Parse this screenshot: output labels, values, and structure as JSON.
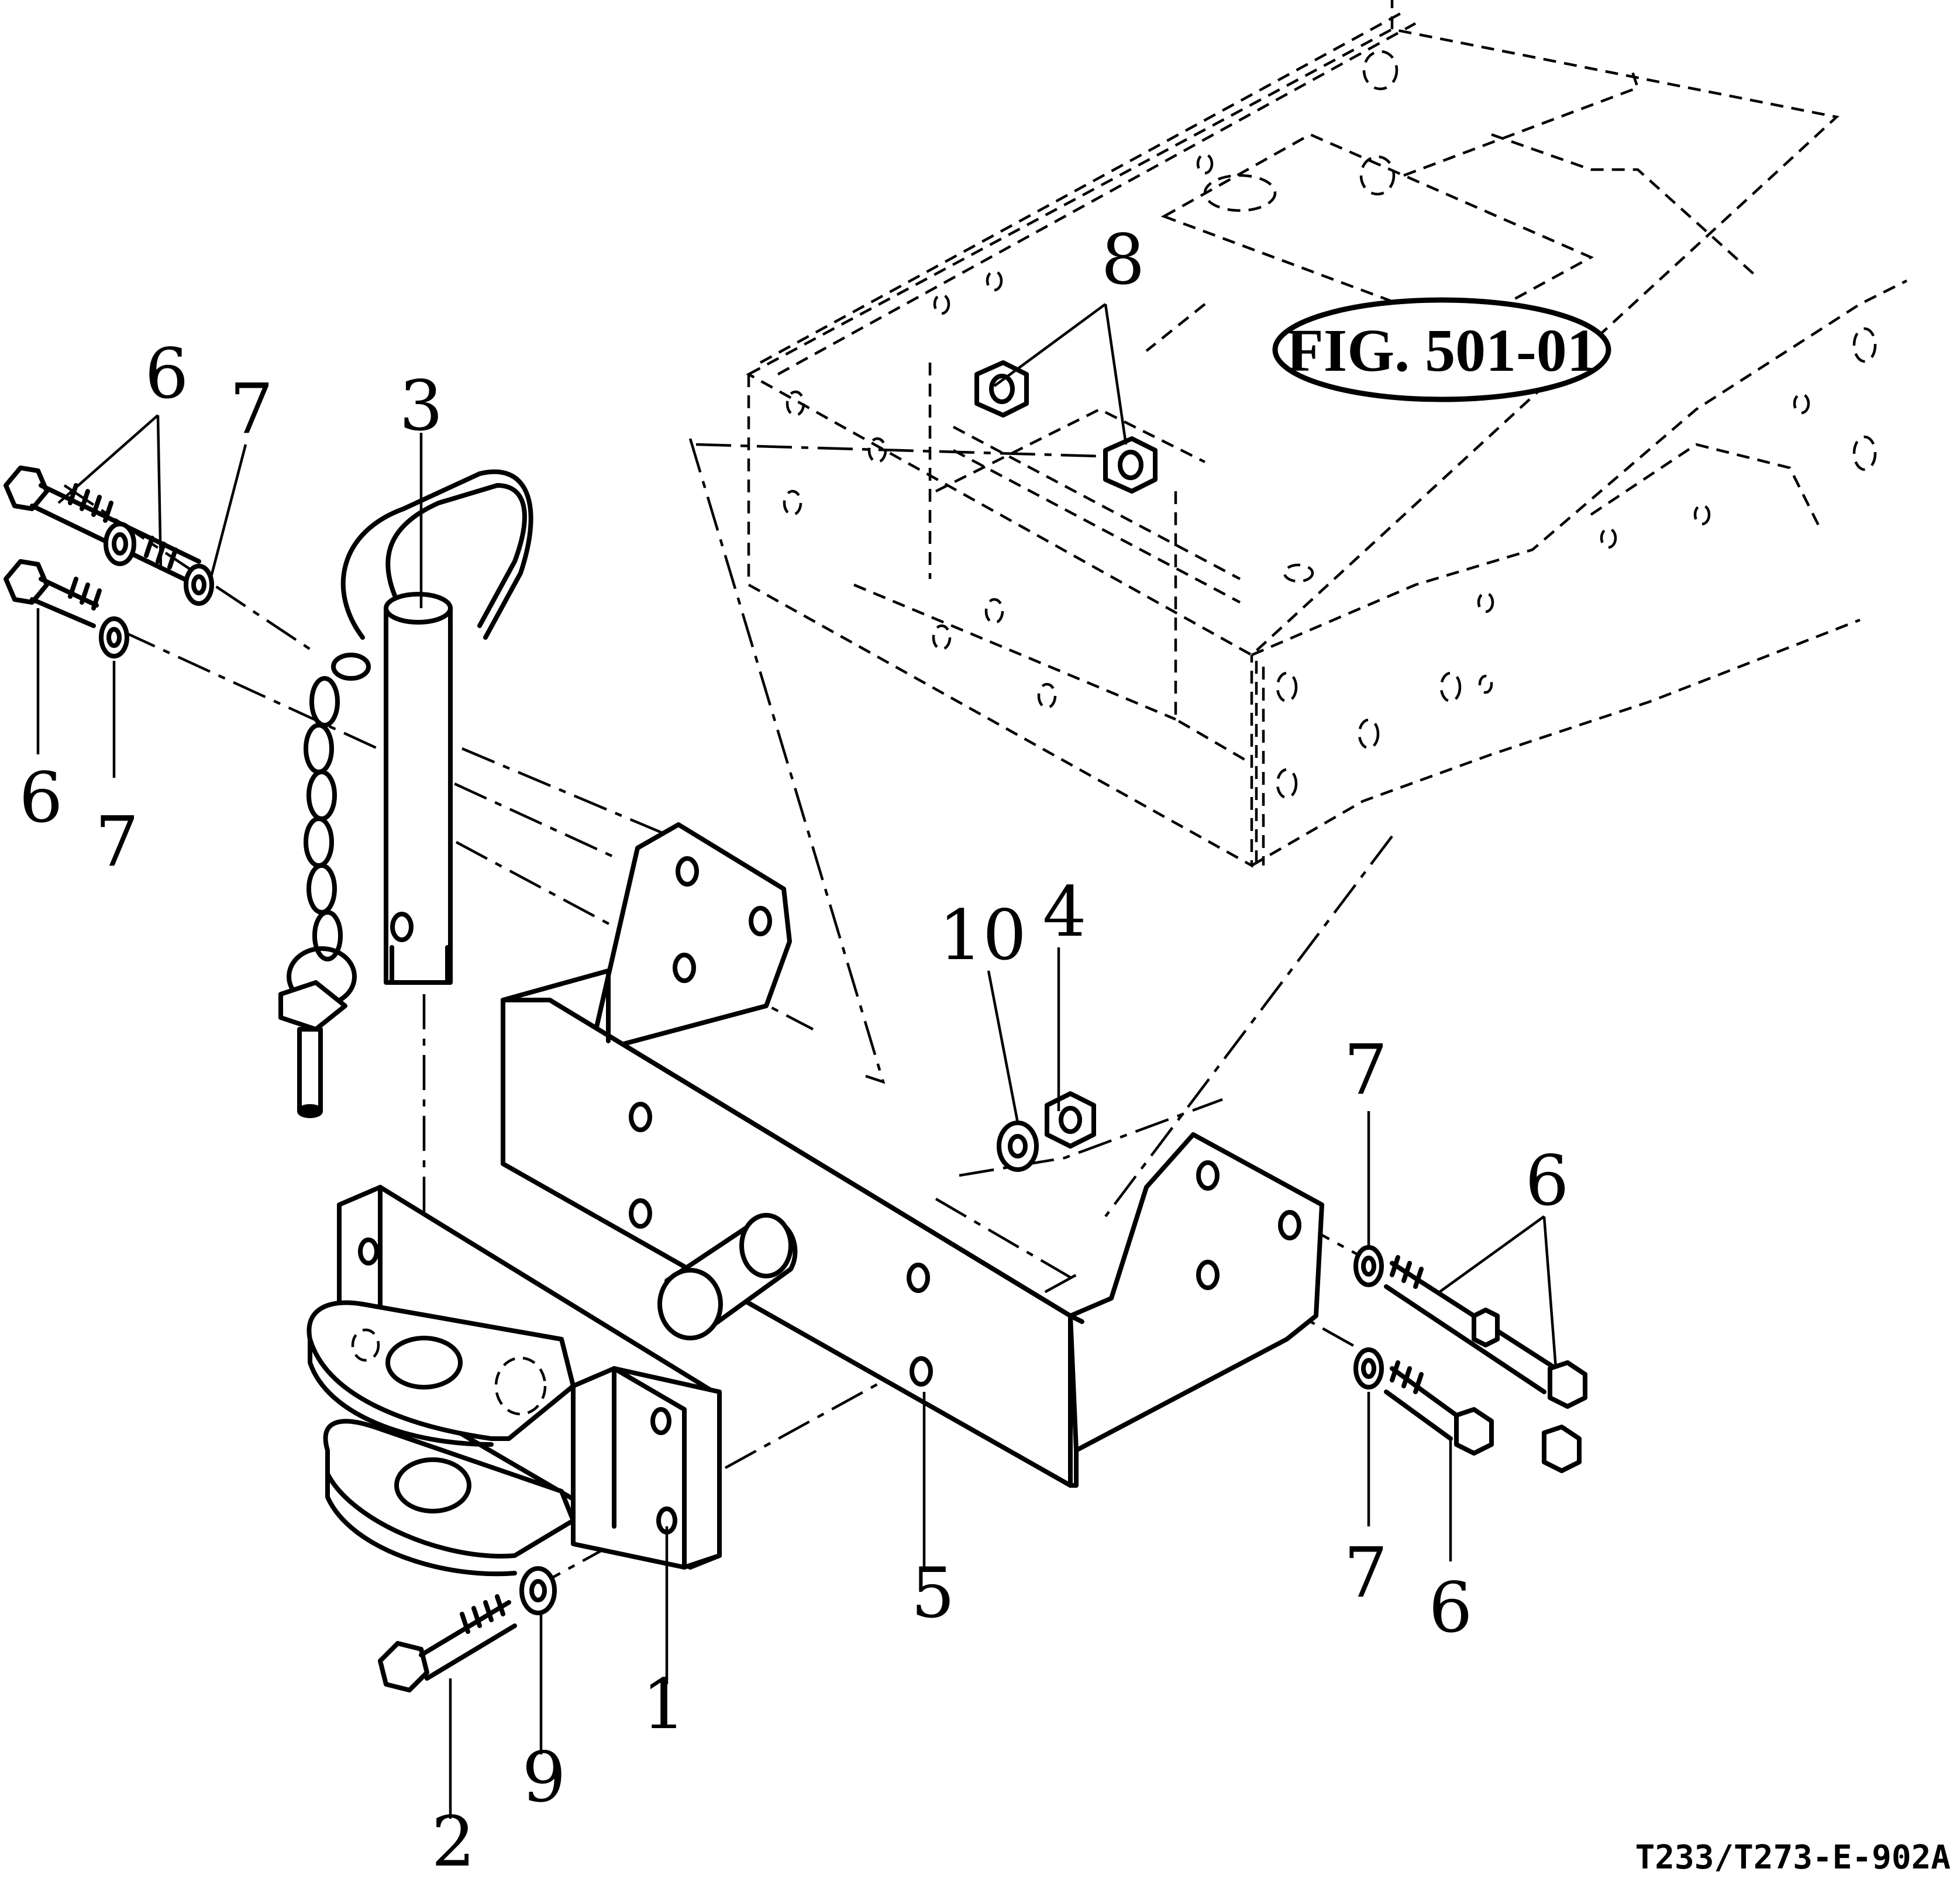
{
  "figure_reference": "FIG. 501-01",
  "drawing_code": "T233/T273-E-902A",
  "callouts": {
    "c1": "1",
    "c2": "2",
    "c3": "3",
    "c4": "4",
    "c5": "5",
    "c6": "6",
    "c7": "7",
    "c8": "8",
    "c9": "9",
    "c10": "10"
  }
}
